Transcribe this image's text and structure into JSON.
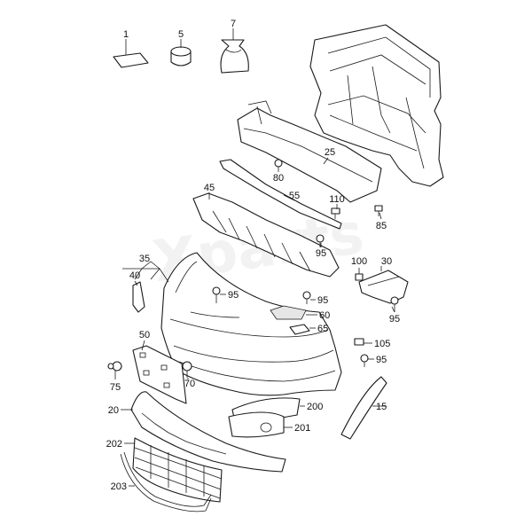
{
  "watermark": "Xparts",
  "callouts": [
    {
      "id": "c1",
      "label": "1"
    },
    {
      "id": "c5",
      "label": "5"
    },
    {
      "id": "c7",
      "label": "7"
    },
    {
      "id": "c25",
      "label": "25"
    },
    {
      "id": "c80",
      "label": "80"
    },
    {
      "id": "c45",
      "label": "45"
    },
    {
      "id": "c55",
      "label": "55"
    },
    {
      "id": "c110",
      "label": "110"
    },
    {
      "id": "c85",
      "label": "85"
    },
    {
      "id": "c95a",
      "label": "95"
    },
    {
      "id": "c35",
      "label": "35"
    },
    {
      "id": "c40",
      "label": "40"
    },
    {
      "id": "c95b",
      "label": "95"
    },
    {
      "id": "c95c",
      "label": "95"
    },
    {
      "id": "c100",
      "label": "100"
    },
    {
      "id": "c30",
      "label": "30"
    },
    {
      "id": "c95d",
      "label": "95"
    },
    {
      "id": "c60",
      "label": "60"
    },
    {
      "id": "c65",
      "label": "65"
    },
    {
      "id": "c50",
      "label": "50"
    },
    {
      "id": "c105",
      "label": "105"
    },
    {
      "id": "c95e",
      "label": "95"
    },
    {
      "id": "c75",
      "label": "75"
    },
    {
      "id": "c70",
      "label": "70"
    },
    {
      "id": "c20",
      "label": "20"
    },
    {
      "id": "c200",
      "label": "200"
    },
    {
      "id": "c15",
      "label": "15"
    },
    {
      "id": "c201",
      "label": "201"
    },
    {
      "id": "c202",
      "label": "202"
    },
    {
      "id": "c203",
      "label": "203"
    }
  ]
}
